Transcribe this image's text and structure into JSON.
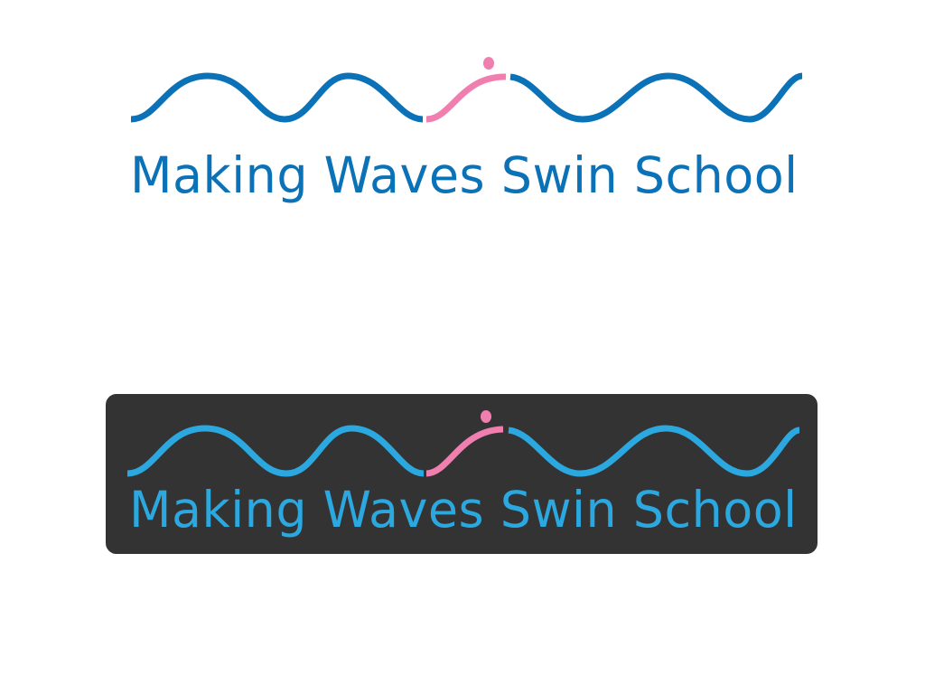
{
  "logos": [
    {
      "variant": "light-background",
      "title": "Making Waves Swin School",
      "colors": {
        "wave": "#0b72b8",
        "swimmer": "#f07fb0",
        "text": "#0b72b8",
        "background": "#ffffff"
      }
    },
    {
      "variant": "dark-background",
      "title": "Making Waves Swin School",
      "colors": {
        "wave": "#2ba8e0",
        "swimmer": "#f07fb0",
        "text": "#2ba8e0",
        "background": "#333333"
      }
    }
  ]
}
